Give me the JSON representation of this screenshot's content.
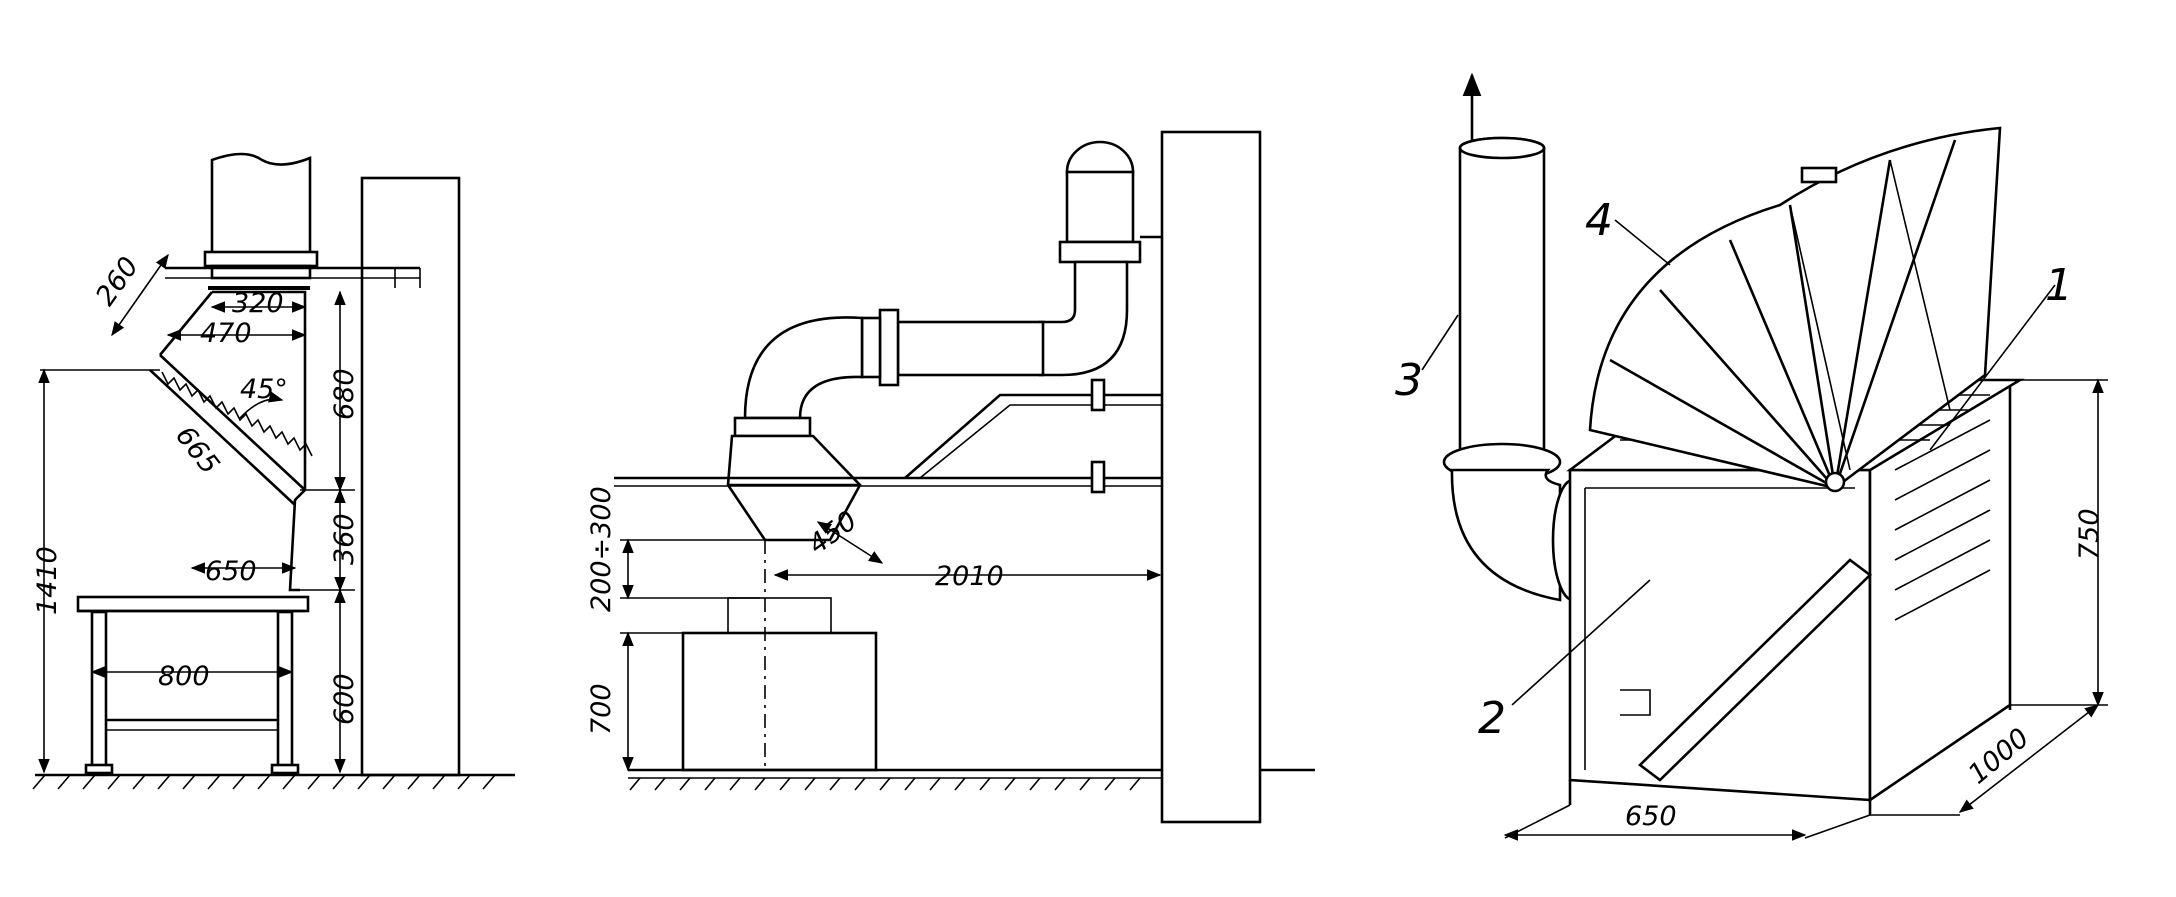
{
  "view1": {
    "dims": {
      "d260": "260",
      "d320": "320",
      "d470": "470",
      "d45": "45°",
      "d665": "665",
      "d680": "680",
      "d360": "360",
      "d650": "650",
      "d1410": "1410",
      "d800": "800",
      "d600": "600"
    }
  },
  "view2": {
    "dims": {
      "d450": "450",
      "d200_300": "200÷300",
      "d2010": "2010",
      "d700": "700"
    }
  },
  "view3": {
    "labels": {
      "p1": "1",
      "p2": "2",
      "p3": "3",
      "p4": "4"
    },
    "dims": {
      "d750": "750",
      "d1000": "1000",
      "d650": "650"
    }
  }
}
